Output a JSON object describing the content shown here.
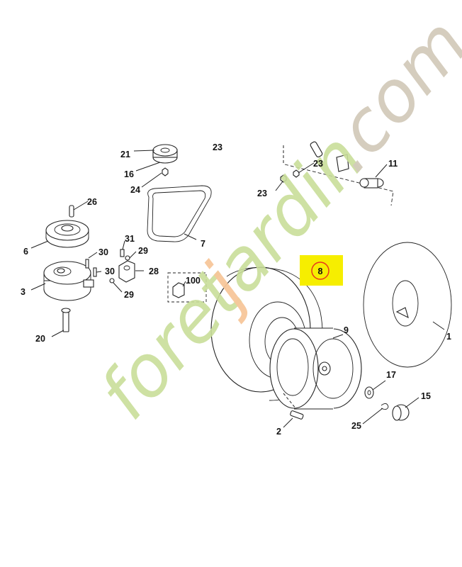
{
  "watermark": {
    "text": "foretjardin.com",
    "colors": {
      "green": "#c9de9a",
      "orange": "#f7c79a",
      "taupe": "#d3cbbb"
    }
  },
  "highlight": {
    "label": "8",
    "color": "#f6ee00",
    "ring_color": "#e8391d"
  },
  "callouts": {
    "c1": "1",
    "c2": "2",
    "c3": "3",
    "c6": "6",
    "c7": "7",
    "c9": "9",
    "c11": "11",
    "c15": "15",
    "c16": "16",
    "c17": "17",
    "c20": "20",
    "c21": "21",
    "c23a": "23",
    "c23b": "23",
    "c23c": "23",
    "c24": "24",
    "c25": "25",
    "c26": "26",
    "c28": "28",
    "c29a": "29",
    "c29b": "29",
    "c30a": "30",
    "c30b": "30",
    "c31": "31",
    "c100": "100"
  }
}
